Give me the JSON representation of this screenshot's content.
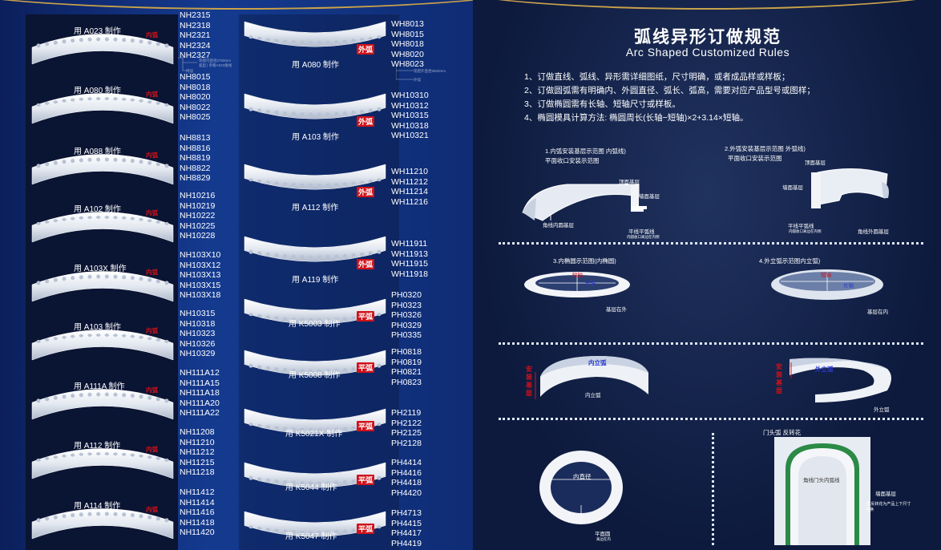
{
  "left_column": [
    {
      "label": "用 A023 制作",
      "tag": "内弧",
      "codes": [
        "NH2315",
        "NH2318",
        "NH2321",
        "NH2324",
        "NH2327"
      ],
      "notes": [
        "装配内直径2700mm",
        "弧型 | 参看A023角线",
        "内弧"
      ]
    },
    {
      "label": "用 A080 制作",
      "tag": "内弧",
      "codes": [
        "NH8015",
        "NH8018",
        "NH8020",
        "NH8022",
        "NH8025"
      ]
    },
    {
      "label": "用 A088 制作",
      "tag": "内弧",
      "codes": [
        "NH8813",
        "NH8816",
        "NH8819",
        "NH8822",
        "NH8829"
      ]
    },
    {
      "label": "用 A102 制作",
      "tag": "内弧",
      "codes": [
        "NH10216",
        "NH10219",
        "NH10222",
        "NH10225",
        "NH10228"
      ]
    },
    {
      "label": "用 A103X 制作",
      "tag": "内弧",
      "codes": [
        "NH103X10",
        "NH103X12",
        "NH103X13",
        "NH103X15",
        "NH103X18"
      ]
    },
    {
      "label": "用 A103 制作",
      "tag": "内弧",
      "codes": [
        "NH10315",
        "NH10318",
        "NH10323",
        "NH10326",
        "NH10329"
      ]
    },
    {
      "label": "用 A111A 制作",
      "tag": "内弧",
      "codes": [
        "NH111A12",
        "NH111A15",
        "NH111A18",
        "NH111A20",
        "NH111A22"
      ]
    },
    {
      "label": "用 A112 制作",
      "tag": "内弧",
      "codes": [
        "NH11208",
        "NH11210",
        "NH11212",
        "NH11215",
        "NH11218"
      ]
    },
    {
      "label": "用 A114 制作",
      "tag": "内弧",
      "codes": [
        "NH11412",
        "NH11414",
        "NH11416",
        "NH11418",
        "NH11420"
      ]
    }
  ],
  "right_column": [
    {
      "label": "用 A080 制作",
      "tag": "外弧",
      "codes": [
        "WH8013",
        "WH8015",
        "WH8018",
        "WH8020",
        "WH8023"
      ],
      "notes": [
        "装配外直径5500mm",
        "外弧"
      ]
    },
    {
      "label": "用 A103 制作",
      "tag": "外弧",
      "codes": [
        "WH10310",
        "WH10312",
        "WH10315",
        "WH10318",
        "WH10321"
      ]
    },
    {
      "label": "用 A112 制作",
      "tag": "外弧",
      "codes": [
        "WH11210",
        "WH11212",
        "WH11214",
        "WH11216"
      ]
    },
    {
      "label": "用 A119 制作",
      "tag": "外弧",
      "codes": [
        "WH11911",
        "WH11913",
        "WH11915",
        "WH11918"
      ]
    },
    {
      "label": "用 K5003 制作",
      "tag": "平弧",
      "codes": [
        "PH0320",
        "PH0323",
        "PH0326",
        "PH0329",
        "PH0335"
      ]
    },
    {
      "label": "用 K5008 制作",
      "tag": "平弧",
      "codes": [
        "PH0818",
        "PH0819",
        "PH0821",
        "PH0823"
      ]
    },
    {
      "label": "用 K5021X 制作",
      "tag": "平弧",
      "codes": [
        "PH2119",
        "PH2122",
        "PH2125",
        "PH2128"
      ]
    },
    {
      "label": "用 K5044 制作",
      "tag": "平弧",
      "codes": [
        "PH4414",
        "PH4416",
        "PH4418",
        "PH4420"
      ]
    },
    {
      "label": "用 K5047 制作",
      "tag": "平弧",
      "codes": [
        "PH4713",
        "PH4415",
        "PH4417",
        "PH4419"
      ]
    }
  ],
  "rules": {
    "title_cn": "弧线异形订做规范",
    "title_en": "Arc Shaped Customized Rules",
    "items": [
      "1、订做直线、弧线、异形需详细图纸，尺寸明确，或者成品样或样板；",
      "2、订做圆弧需有明确内、外圆直径、弧长、弧高，需要对应产品型号或图样；",
      "3、订做椭圆需有长轴、短轴尺寸或样板。",
      "4、椭圆模具计算方法: 椭圆周长(长轴−短轴)×2+3.14×短轴。"
    ]
  },
  "diagrams": {
    "d1": {
      "title": "1.内弧安装基层示范图 内弧线)",
      "subtitle": "平面收口安装示范图",
      "top": "顶面基层",
      "wall": "墙面基层",
      "corner": "角线内圆基层",
      "flat": "平线平弧线",
      "note": "内圆收口离边在内侧"
    },
    "d2": {
      "title": "2.外弧安装基层示范图 外弧线)",
      "subtitle": "平面收口安装示范图",
      "top": "顶面基层",
      "wall": "墙面基层",
      "flat": "平线平弧线",
      "note": "内圆收口离边在内侧",
      "corner": "角线外圆基层"
    },
    "d3": {
      "title": "3.内椭圆示范图(内椭圆)",
      "short": "短轴",
      "long": "长轴",
      "base": "基层在外"
    },
    "d4": {
      "title": "4.外立弧示范图内立弧)",
      "short": "短轴",
      "long": "长轴",
      "base": "基层在内"
    },
    "d5": {
      "side": "安装基层",
      "arc": "内立弧",
      "bottom": "内立弧"
    },
    "d6": {
      "side": "安装基层",
      "arc": "外立弧",
      "bottom": "外立弧"
    },
    "d7": {
      "label": "内直径",
      "bottom": "平面圆",
      "note": "离边在内"
    },
    "d8": {
      "title": "门头弧 反转花",
      "inner": "角线门头内弧线",
      "wall": "墙面基层",
      "note": "注:反转花为产品上下尺寸对换"
    }
  }
}
